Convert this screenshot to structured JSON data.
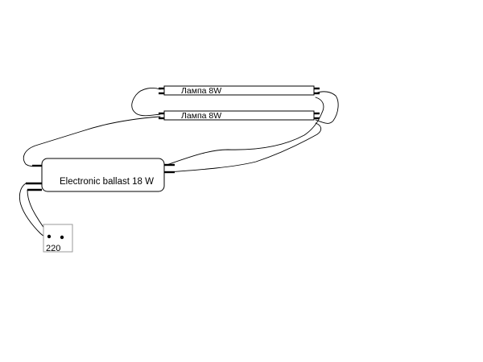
{
  "lamps": [
    {
      "label": "Лампа 8W"
    },
    {
      "label": "Лампа 8W"
    }
  ],
  "ballast": {
    "label": "Electronic ballast 18 W"
  },
  "supply": {
    "label": "220"
  },
  "colors": {
    "line": "#000000",
    "background": "#ffffff"
  }
}
